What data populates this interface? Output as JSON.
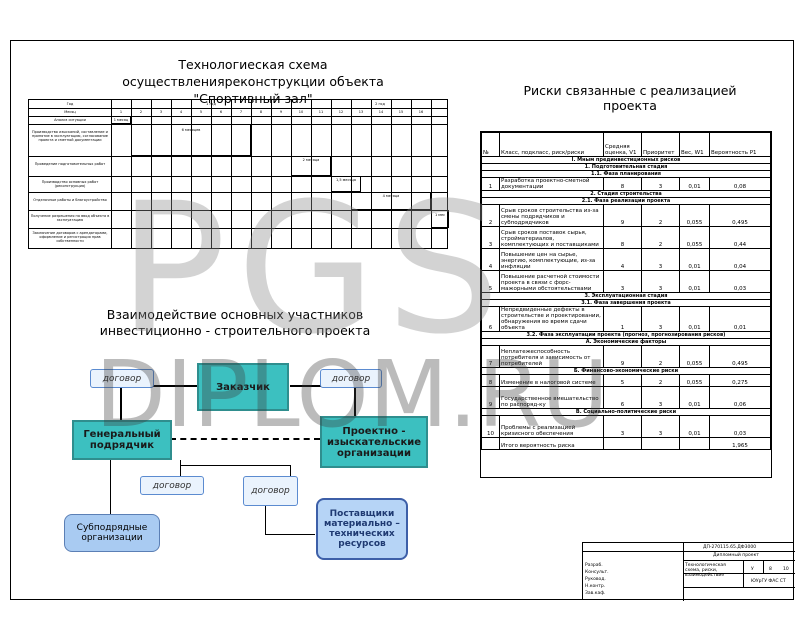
{
  "titles": {
    "tech_scheme": "Технологиеская схема осуществленияреконструкции объекта \"Спортивный зал\"",
    "risks": "Риски связанные с реализацией проекта",
    "interaction": "Взаимодействие основных участников инвестиционно - строительного проекта"
  },
  "gantt": {
    "header_year": "Год",
    "header_month": "Месяц",
    "year1": "1 год",
    "year2": "2 год",
    "months": [
      "1",
      "2",
      "3",
      "4",
      "5",
      "6",
      "7",
      "8",
      "9",
      "10",
      "11",
      "12",
      "13",
      "14",
      "15",
      "16"
    ],
    "tasks": [
      "Анализ ситуации",
      "Производство изысканий, составление и принятие в эксплуатацию, согласование проекта и сметной документации",
      "Проведение подготовительных работ",
      "Производство основных работ (реконструкция)",
      "Отделочные работы и благоустройство",
      "Получение разрешения на ввод объекта в эксплуатацию",
      "Заключение договоров с арендаторами, оформление и регистрация прав собственности"
    ],
    "durations": [
      "1 месяц",
      "6 месяцев",
      "2 месяца",
      "1,5 месяца",
      "4 месяца",
      "1 мес"
    ]
  },
  "risk_table": {
    "headers": [
      "№",
      "Класс, подкласс, риск/риски",
      "Средняя оценка, V1",
      "Приоритет",
      "Вес, W1",
      "Вероятность P1"
    ],
    "rows": [
      {
        "type": "sec",
        "text": "I. Мным прединвестиционных рисков"
      },
      {
        "type": "sec",
        "text": "1. Подготовительная стадия"
      },
      {
        "type": "sec",
        "text": "1.1. Фаза планирования"
      },
      {
        "type": "row",
        "n": "1",
        "name": "Разработка проектно-сметной документации",
        "v": "8",
        "p": "3",
        "w": "0,01",
        "r": "0,08"
      },
      {
        "type": "sec",
        "text": "2. Стадия строительства"
      },
      {
        "type": "sec",
        "text": "2.1. Фаза реализации проекта"
      },
      {
        "type": "row",
        "n": "2",
        "name": "Срыв сроков строительства из-за смены подрядчиков и субподрядчиков",
        "v": "9",
        "p": "2",
        "w": "0,055",
        "r": "0,495"
      },
      {
        "type": "row",
        "n": "3",
        "name": "Срыв сроков поставок сырья, стройматериалов, комплектующих и поставщиками",
        "v": "8",
        "p": "2",
        "w": "0,055",
        "r": "0,44"
      },
      {
        "type": "row",
        "n": "4",
        "name": "Повышение цен на сырье, энергию, комплектующие, из-за инфляции",
        "v": "4",
        "p": "3",
        "w": "0,01",
        "r": "0,04"
      },
      {
        "type": "row",
        "n": "5",
        "name": "Повышение расчетной стоимости проекта в связи с форс-мажорными обстоятельствами",
        "v": "3",
        "p": "3",
        "w": "0,01",
        "r": "0,03"
      },
      {
        "type": "sec",
        "text": "3. Эксплуатационная стадия"
      },
      {
        "type": "sec",
        "text": "3.1. Фаза завершения проекта"
      },
      {
        "type": "row",
        "n": "6",
        "name": "Непредвиденные дефекты в строительстве и проектировании, обнаружения во время сдачи объекта",
        "v": "1",
        "p": "3",
        "w": "0,01",
        "r": "0,01"
      },
      {
        "type": "sec",
        "text": "3.2. Фаза эксплуатации проекта (прогноз, прогнозирования рисков)"
      },
      {
        "type": "sec",
        "text": "А. Экономические факторы"
      },
      {
        "type": "row",
        "n": "7",
        "name": "Неплатежеспособность потребителя и зависимость от потребителей",
        "v": "9",
        "p": "2",
        "w": "0,055",
        "r": "0,495"
      },
      {
        "type": "sec",
        "text": "Б. Финансово-экономические риски"
      },
      {
        "type": "row",
        "n": "8",
        "name": "Изменение в налоговой системе",
        "v": "5",
        "p": "2",
        "w": "0,055",
        "r": "0,275"
      },
      {
        "type": "row",
        "n": "9",
        "name": "Государственное вмешательство по распоряд-ку",
        "v": "6",
        "p": "3",
        "w": "0,01",
        "r": "0,06"
      },
      {
        "type": "sec",
        "text": "В. Социально-политические риски"
      },
      {
        "type": "row",
        "n": "10",
        "name": "Проблемы с реализацией кризисного обеспечения",
        "v": "3",
        "p": "3",
        "w": "0,01",
        "r": "0,03"
      },
      {
        "type": "row",
        "n": "",
        "name": "Итого вероятность риска",
        "v": "",
        "p": "",
        "w": "",
        "r": "1,965"
      }
    ]
  },
  "diagram": {
    "customer": "Заказчик",
    "general": "Генеральный подрядчик",
    "design": "Проектно - изыскательские организации",
    "sub": "Субподрядные организации",
    "suppliers": "Поставщики материально – технических ресурсов",
    "contract": "договор"
  },
  "stamp": {
    "code": "ДП-270115.65.ДФ3000",
    "title": "Дипломный проект",
    "sheet_title": "Технологическая схема, риски, взаимодействие",
    "stage": "У",
    "sheet": "8",
    "sheets": "10",
    "org": "ЮУрГУ ФАС СТ",
    "roles": [
      "Разраб.",
      "Консульт.",
      "Руковод.",
      "Н.контр.",
      "Зав.каф."
    ]
  },
  "watermark": {
    "big": "PGS",
    "small": "DIPLOM.RU"
  }
}
